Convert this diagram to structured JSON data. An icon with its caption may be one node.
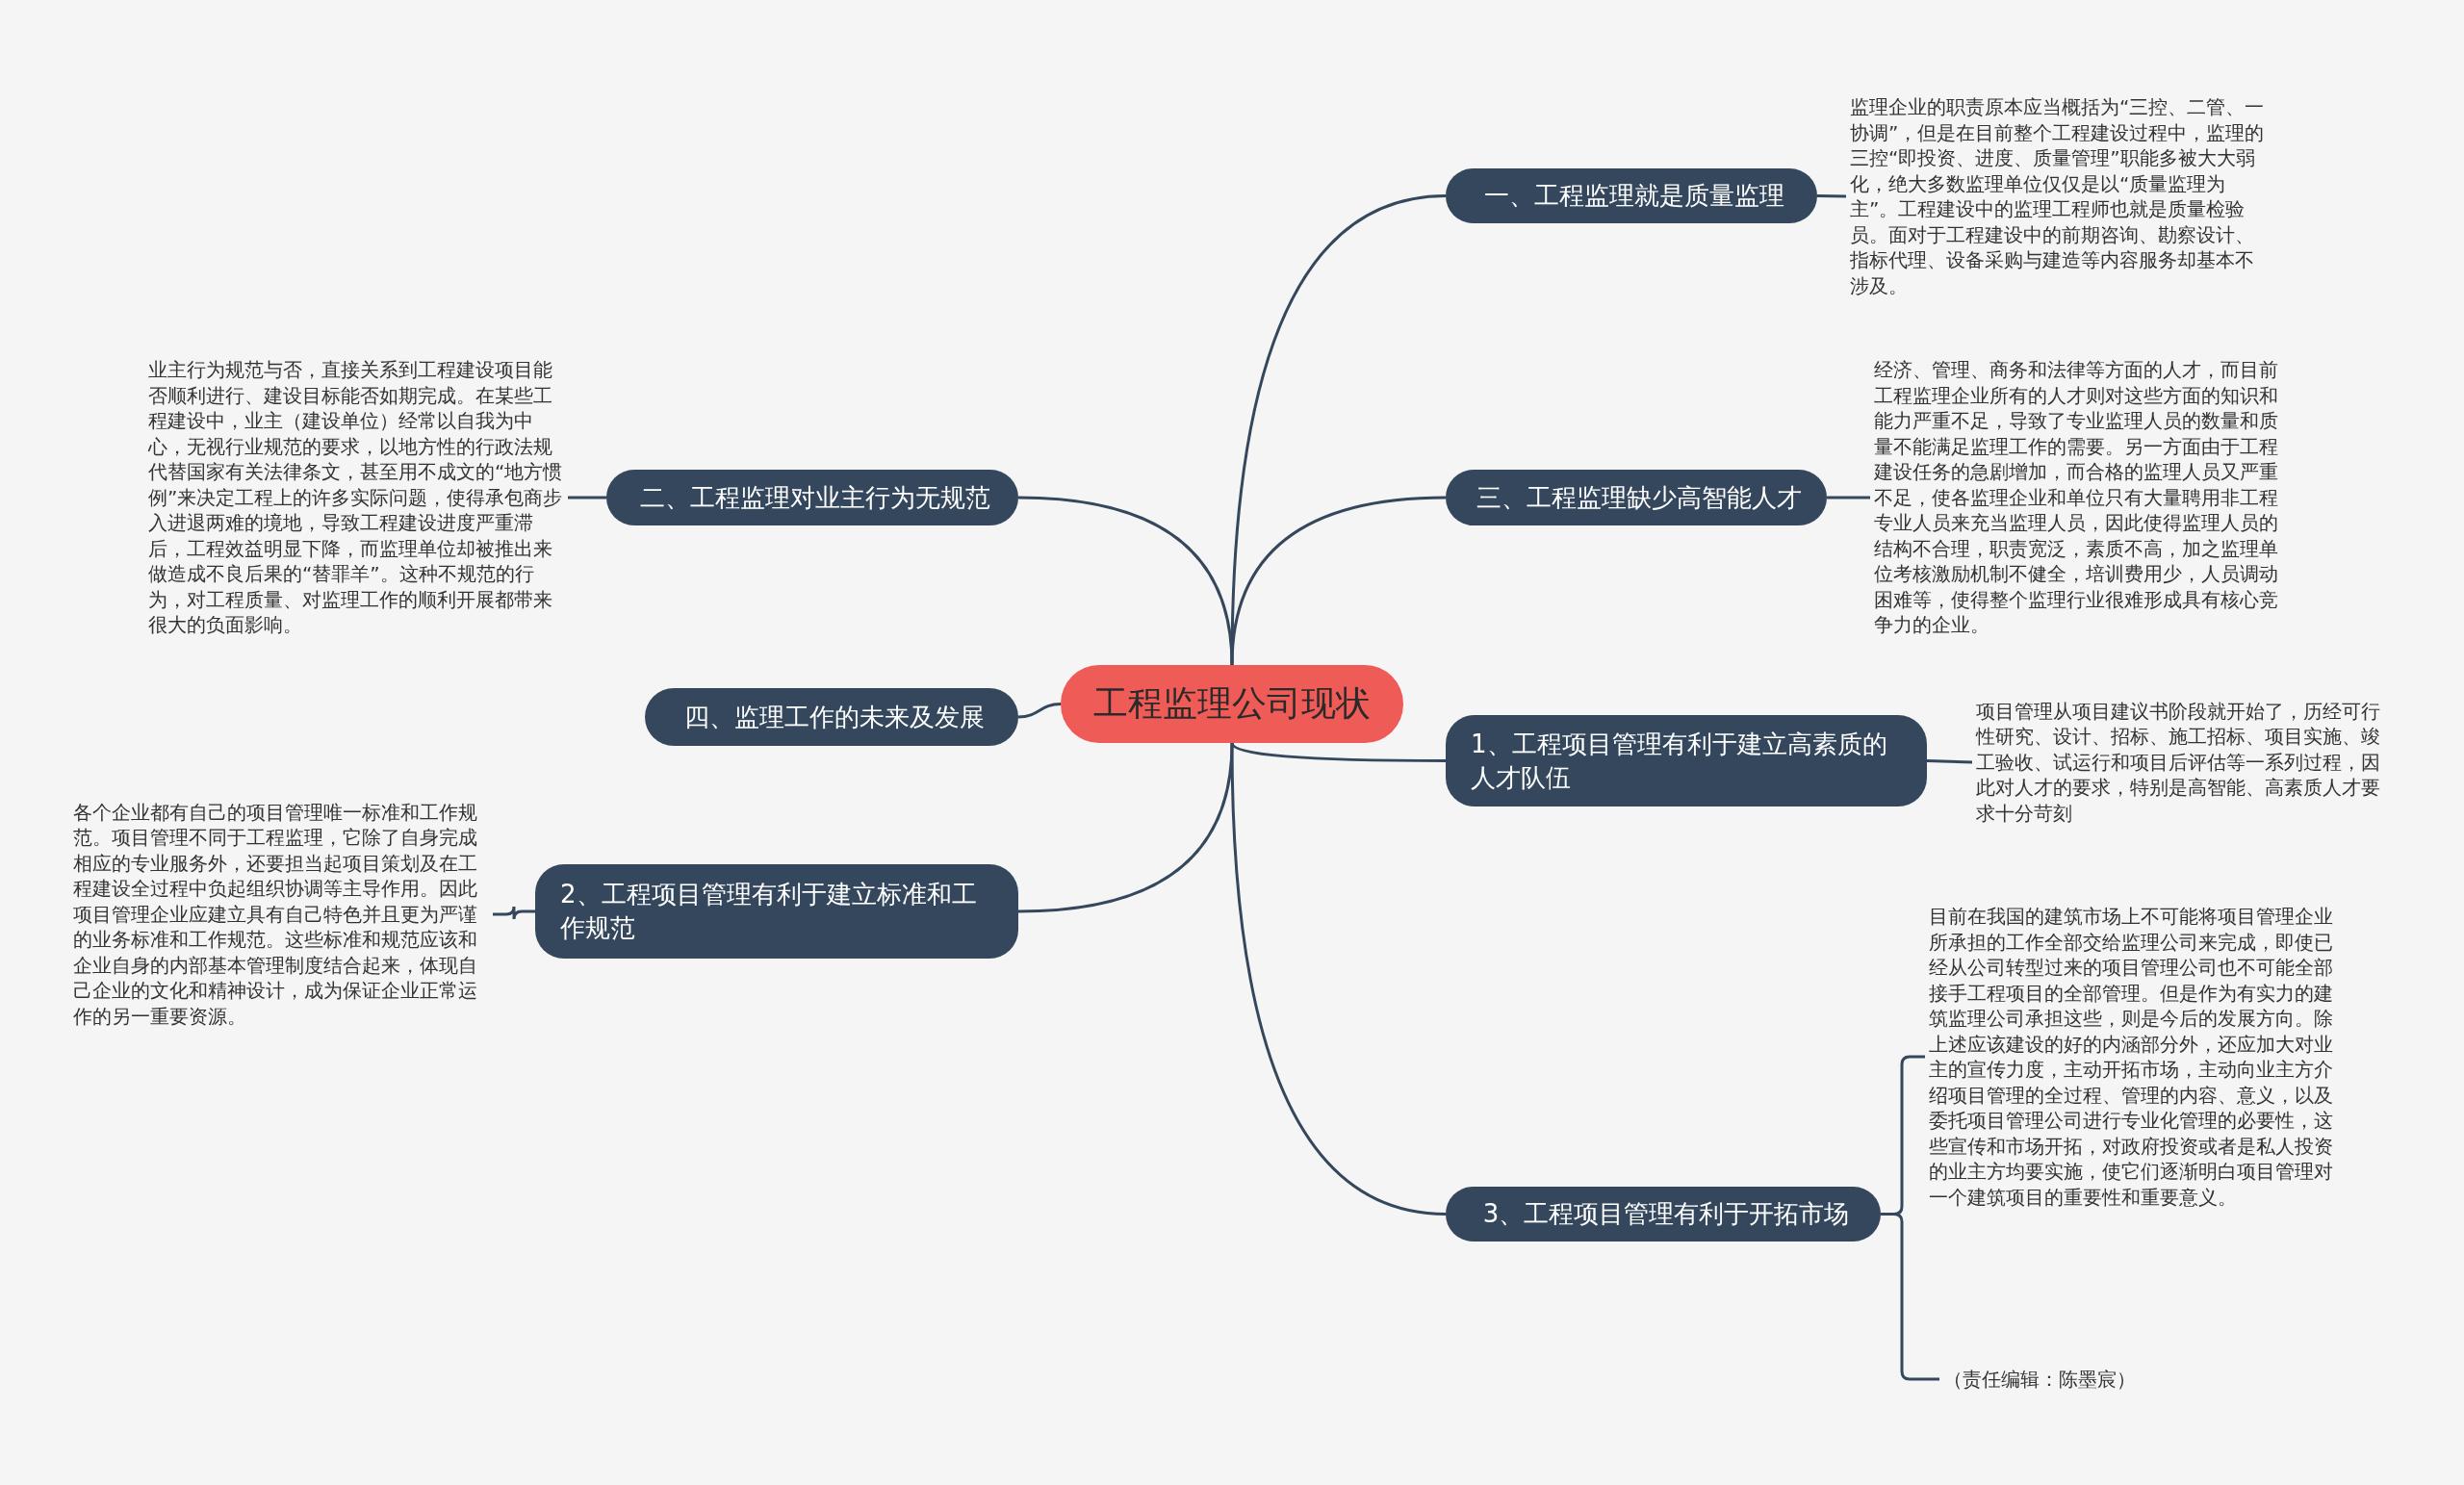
{
  "diagram": {
    "nodes": [
      {
        "text": [
          "工程监理公司现状"
        ]
      },
      {
        "text": [
          "一、工程监理就是质量监理"
        ]
      },
      {
        "text": [
          "监理企业的职责原本应当概括为“三控、二管、一协调”，但是在目前整个工程建设过程中，监理的三控“即投资、进度、质量管理”职能多被大大弱化，绝大多数监理单位仅仅是以“质量监理为主”。工程建设中的监理工程师也就是质量检验员。面对于工程建设中的前期咨询、勘察设计、指标代理、设备采购与建造等内容服务却基本不涉及。"
        ]
      },
      {
        "text": [
          "三、工程监理缺少高智能人才"
        ]
      },
      {
        "text": [
          "经济、管理、商务和法律等方面的人才，而目前工程监理企业所有的人才则对这些方面的知识和能力严重不足，导致了专业监理人员的数量和质量不能满足监理工作的需要。另一方面由于工程建设任务的急剧增加，而合格的监理人员又严重不足，使各监理企业和单位只有大量聘用非工程专业人员来充当监理人员，因此使得监理人员的结构不合理，职责宽泛，素质不高，加之监理单位考核激励机制不健全，培训费用少，人员调动困难等，使得整个监理行业很难形成具有核心竞争力的企业。"
        ]
      },
      {
        "text": [
          "1、工程项目管理有利于建立高素质的人才队伍"
        ]
      },
      {
        "text": [
          "项目管理从项目建议书阶段就开始了，历经可行性研究、设计、招标、施工招标、项目实施、竣工验收、试运行和项目后评估等一系列过程，因此对人才的要求，特别是高智能、高素质人才要求十分苛刻"
        ]
      },
      {
        "text": [
          "3、工程项目管理有利于开拓市场"
        ]
      },
      {
        "text": [
          "目前在我国的建筑市场上不可能将项目管理企业所承担的工作全部交给监理公司来完成，即使已经从公司转型过来的项目管理公司也不可能全部接手工程项目的全部管理。但是作为有实力的建筑监理公司承担这些，则是今后的发展方向。除上述应该建设的好的内涵部分外，还应加大对业主的宣传力度，主动开拓市场，主动向业主方介绍项目管理的全过程、管理的内容、意义，以及委托项目管理公司进行专业化管理的必要性，这些宣传和市场开拓，对政府投资或者是私人投资的业主方均要实施，使它们逐渐明白项目管理对一个建筑项目的重要性和重要意义。"
        ]
      },
      {
        "text": [
          "（责任编辑：陈墨宸）"
        ]
      },
      {
        "text": [
          "二、工程监理对业主行为无规范"
        ]
      },
      {
        "text": [
          "业主行为规范与否，直接关系到工程建设项目能否顺利进行、建设目标能否如期完成。在某些工程建设中，业主（建设单位）经常以自我为中心，无视行业规范的要求，以地方性的行政法规代替国家有关法律条文，甚至用不成文的“地方惯例”来决定工程上的许多实际问题，使得承包商步入进退两难的境地，导致工程建设进度严重滞后，工程效益明显下降，而监理单位却被推出来做造成不良后果的“替罪羊”。这种不规范的行为，对工程质量、对监理工作的顺利开展都带来很大的负面影响。"
        ]
      },
      {
        "text": [
          "四、监理工作的未来及发展"
        ]
      },
      {
        "text": [
          "2、工程项目管理有利于建立标准和工作规范"
        ]
      },
      {
        "text": [
          "各个企业都有自己的项目管理唯一标准和工作规范。项目管理不同于工程监理，它除了自身完成相应的专业服务外，还要担当起项目策划及在工程建设全过程中负起组织协调等主导作用。因此项目管理企业应建立具有自己特色并且更为严谨的业务标准和工作规范。这些标准和规范应该和企业自身的内部基本管理制度结合起来，体现自己企业的文化和精神设计，成为保证企业正常运作的另一重要资源。"
        ]
      }
    ],
    "edges": [
      {
        "from": 0,
        "to": 1,
        "arrow": "none"
      },
      {
        "from": 1,
        "to": 2,
        "arrow": "none"
      },
      {
        "from": 0,
        "to": 3,
        "arrow": "none"
      },
      {
        "from": 3,
        "to": 4,
        "arrow": "none"
      },
      {
        "from": 0,
        "to": 5,
        "arrow": "none"
      },
      {
        "from": 5,
        "to": 6,
        "arrow": "none"
      },
      {
        "from": 0,
        "to": 7,
        "arrow": "none"
      },
      {
        "from": 7,
        "to": 8,
        "arrow": "none"
      },
      {
        "from": 7,
        "to": 9,
        "arrow": "none"
      },
      {
        "from": 0,
        "to": 10,
        "arrow": "none"
      },
      {
        "from": 10,
        "to": 11,
        "arrow": "none"
      },
      {
        "from": 0,
        "to": 12,
        "arrow": "none"
      },
      {
        "from": 0,
        "to": 13,
        "arrow": "none"
      },
      {
        "from": 13,
        "to": 14,
        "arrow": "none"
      }
    ]
  }
}
